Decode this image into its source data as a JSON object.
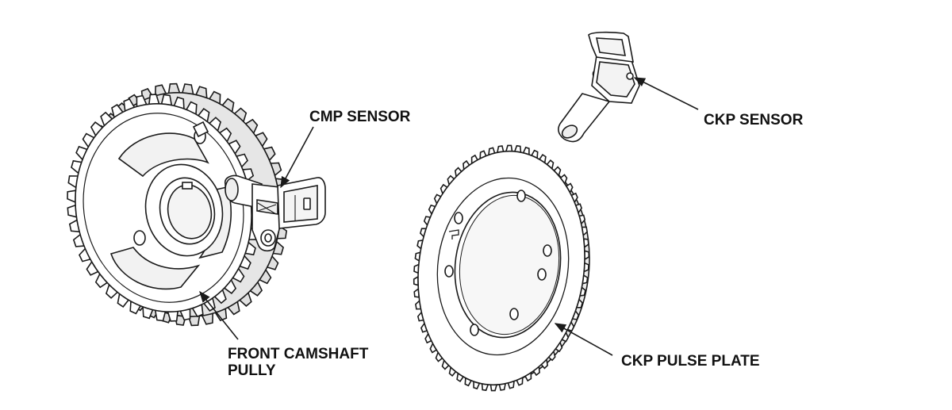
{
  "labels": {
    "cmp_sensor": "CMP SENSOR",
    "ckp_sensor": "CKP SENSOR",
    "front_camshaft_pulley": [
      "FRONT CAMSHAFT",
      "PULLY"
    ],
    "ckp_pulse_plate": "CKP PULSE PLATE"
  },
  "colors": {
    "line": "#1a1a1a",
    "part_fill": "#ffffff",
    "shade": "#d9d9d9"
  }
}
